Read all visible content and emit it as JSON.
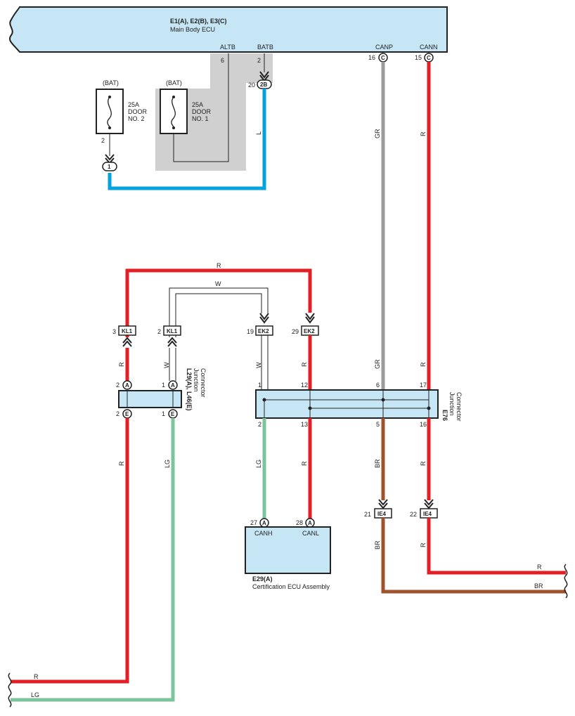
{
  "colors": {
    "red": "#e31e24",
    "blue": "#00a3e0",
    "gray": "#9b9b9b",
    "green": "#7cc49b",
    "brown": "#a0522d",
    "box_fill": "#c6e6f5",
    "shade": "#d0d0d0"
  },
  "main_ecu": {
    "title": "E1(A), E2(B), E3(C)",
    "subtitle": "Main Body ECU",
    "pins": {
      "altb": "ALTB",
      "altb_num": "6",
      "batb": "BATB",
      "batb_num": "2",
      "canp": "CANP",
      "canp_num": "16",
      "canp_conn": "C",
      "cann": "CANN",
      "cann_num": "15",
      "cann_conn": "C"
    }
  },
  "batb_connector": {
    "num": "20",
    "conn": "2B"
  },
  "fuse_door2": {
    "source": "(BAT)",
    "line1": "25A",
    "line2": "DOOR",
    "line3": "NO. 2",
    "pin": "2",
    "connector": "1"
  },
  "fuse_door1": {
    "source": "(BAT)",
    "line1": "25A",
    "line2": "DOOR",
    "line3": "NO. 1"
  },
  "wires": {
    "l": "L",
    "gr": "GR",
    "r": "R",
    "w": "W",
    "lg": "LG",
    "br": "BR"
  },
  "kl1_left": {
    "num": "3",
    "conn": "KL1"
  },
  "kl1_right": {
    "num": "2",
    "conn": "KL1"
  },
  "ek2_left": {
    "num": "19",
    "conn": "EK2"
  },
  "ek2_right": {
    "num": "29",
    "conn": "EK2"
  },
  "jc_left": {
    "name": "L29(A), L46(E)",
    "line1": "Junction",
    "line2": "Connector",
    "pins": {
      "a1_num": "2",
      "a1_conn": "A",
      "a2_num": "1",
      "a2_conn": "A",
      "e1_num": "2",
      "e1_conn": "E",
      "e2_num": "1",
      "e2_conn": "E"
    }
  },
  "jc_right": {
    "name": "E76",
    "line1": "Junction",
    "line2": "Connector",
    "top_pins": [
      "1",
      "12",
      "6",
      "17"
    ],
    "bottom_pins": [
      "2",
      "13",
      "5",
      "16"
    ]
  },
  "cert_ecu": {
    "name": "E29(A)",
    "subtitle": "Certification ECU Assembly",
    "canh": "CANH",
    "canh_num": "27",
    "canh_conn": "A",
    "canl": "CANL",
    "canl_num": "28",
    "canl_conn": "A"
  },
  "ie4_left": {
    "num": "21",
    "conn": "IE4"
  },
  "ie4_right": {
    "num": "22",
    "conn": "IE4"
  }
}
